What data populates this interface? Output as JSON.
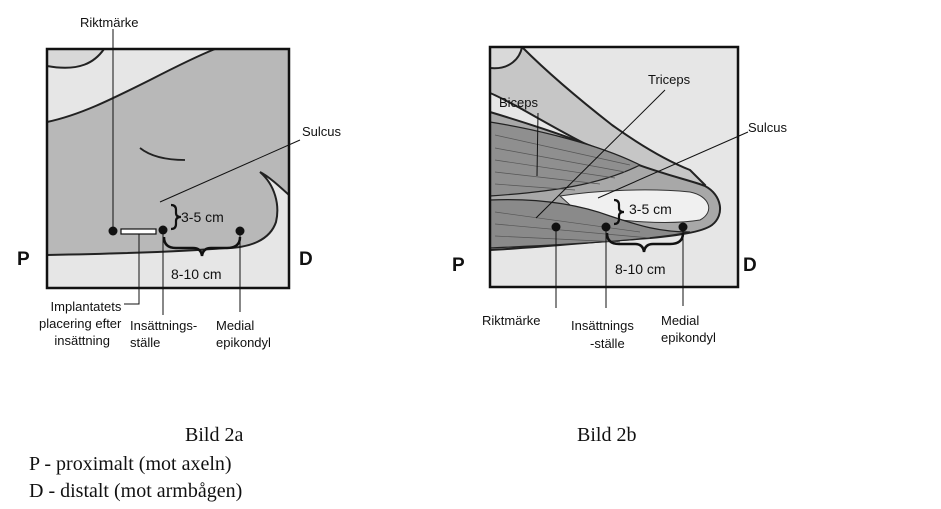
{
  "figure_a": {
    "label_riktmarke": "Riktmärke",
    "label_sulcus": "Sulcus",
    "measure_small": "3-5 cm",
    "measure_large": "8-10 cm",
    "label_p": "P",
    "label_d": "D",
    "label_implant": [
      "Implantatets",
      "placering efter",
      "insättning"
    ],
    "label_insertion": [
      "Insättnings-",
      "ställe"
    ],
    "label_epicondyle": [
      "Medial",
      "epikondyl"
    ],
    "caption": "Bild 2a"
  },
  "figure_b": {
    "label_biceps": "Biceps",
    "label_triceps": "Triceps",
    "label_sulcus": "Sulcus",
    "measure_small": "3-5 cm",
    "measure_large": "8-10 cm",
    "label_p": "P",
    "label_d": "D",
    "label_riktmarke": "Riktmärke",
    "label_insertion": [
      "Insättnings",
      "-ställe"
    ],
    "label_epicondyle": [
      "Medial",
      "epikondyl"
    ],
    "caption": "Bild 2b"
  },
  "legend": {
    "proximal": "P - proximalt (mot axeln)",
    "distal": "D - distalt (mot armbågen)"
  }
}
